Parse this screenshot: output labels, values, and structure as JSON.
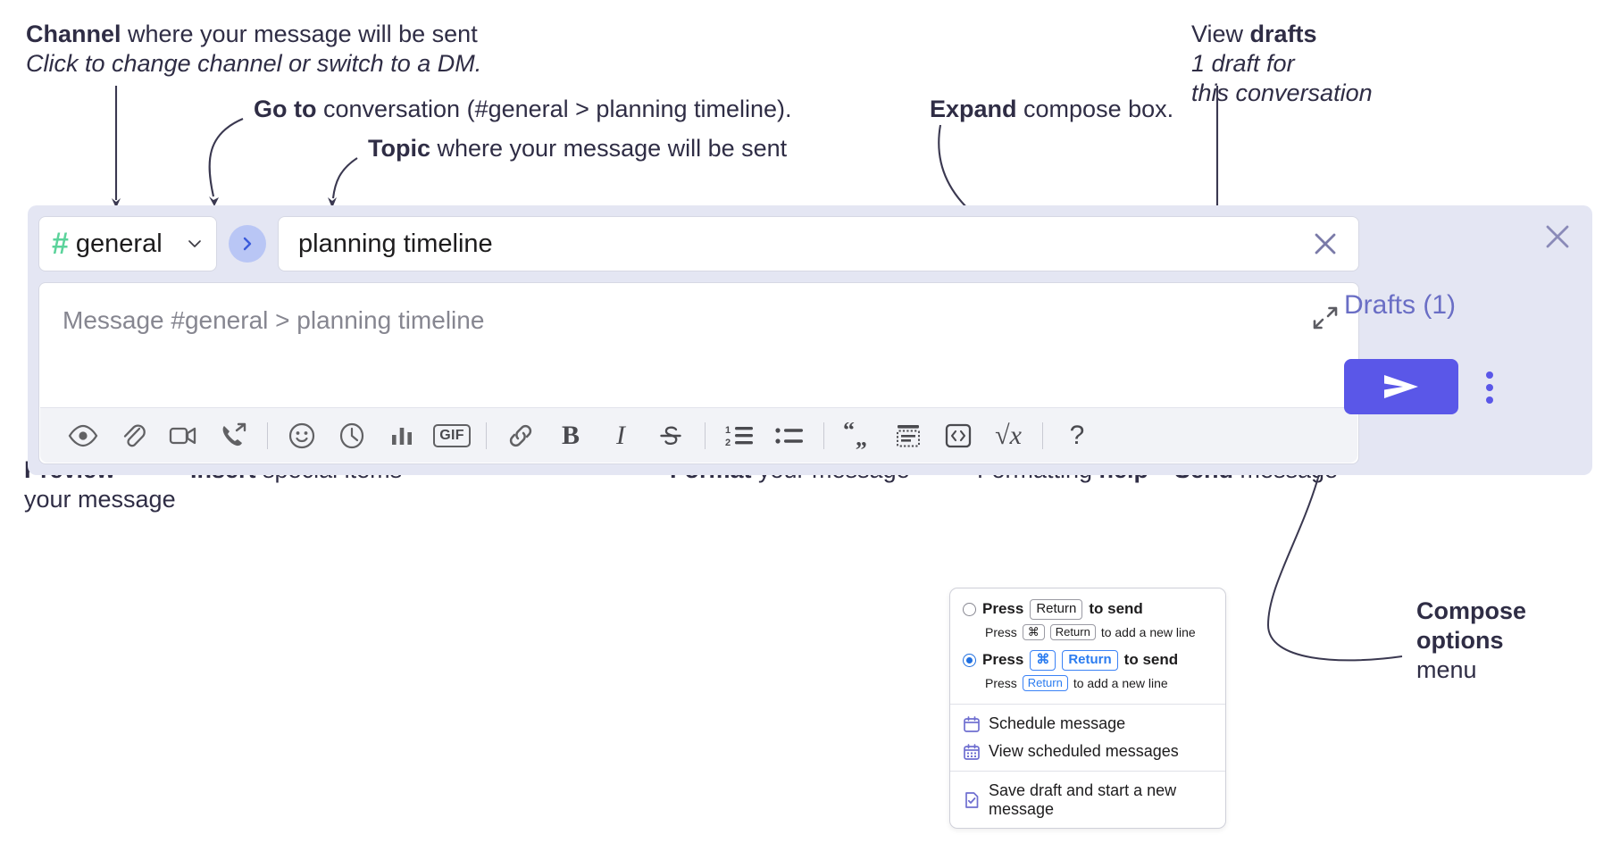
{
  "annotations": {
    "channel": {
      "bold": "Channel",
      "rest": " where your message will be sent",
      "italic": "Click to change channel or switch to a DM."
    },
    "goto": {
      "bold": "Go to",
      "rest": " conversation (#general > planning timeline)."
    },
    "topic": {
      "bold": "Topic",
      "rest": " where your message will be sent"
    },
    "expand": {
      "bold": "Expand",
      "rest": " compose box."
    },
    "drafts": {
      "pre": "View ",
      "bold": "drafts",
      "italic1": "1 draft for",
      "italic2": "this conversation"
    },
    "preview": {
      "bold": "Preview",
      "rest": "your message"
    },
    "insert": {
      "bold": "Insert",
      "rest": " special items"
    },
    "format": {
      "bold": "Format",
      "rest": " your message"
    },
    "formatting_help": {
      "pre": "Formatting ",
      "bold": "help"
    },
    "send": {
      "bold": "Send",
      "rest": " message"
    },
    "compose_options": {
      "bold1": "Compose",
      "bold2": "options",
      "rest": "menu"
    }
  },
  "compose": {
    "channel": {
      "hash": "#",
      "name": "general",
      "chevron_icon": "chevron-down-icon"
    },
    "goto_icon": "chevron-right-icon",
    "topic": {
      "value": "planning timeline",
      "clear_icon": "close-icon"
    },
    "message": {
      "placeholder": "Message #general > planning timeline",
      "expand_icon": "expand-icon"
    },
    "toolbar": [
      {
        "name": "preview-button",
        "icon": "eye-icon"
      },
      {
        "name": "attach-button",
        "icon": "paperclip-icon"
      },
      {
        "name": "video-button",
        "icon": "video-camera-icon"
      },
      {
        "name": "huddle-button",
        "icon": "phone-arrow-icon"
      },
      {
        "name": "separator-1",
        "icon": "divider"
      },
      {
        "name": "emoji-button",
        "icon": "smiley-icon"
      },
      {
        "name": "schedule-button",
        "icon": "clock-icon"
      },
      {
        "name": "poll-button",
        "icon": "bar-chart-icon"
      },
      {
        "name": "gif-button",
        "icon": "gif-icon",
        "label": "GIF"
      },
      {
        "name": "separator-2",
        "icon": "divider"
      },
      {
        "name": "link-button",
        "icon": "link-icon"
      },
      {
        "name": "bold-button",
        "icon": "bold-icon",
        "label": "B"
      },
      {
        "name": "italic-button",
        "icon": "italic-icon",
        "label": "I"
      },
      {
        "name": "strikethrough-button",
        "icon": "strikethrough-icon"
      },
      {
        "name": "separator-3",
        "icon": "divider"
      },
      {
        "name": "ordered-list-button",
        "icon": "numbered-list-icon"
      },
      {
        "name": "bulleted-list-button",
        "icon": "bullet-list-icon"
      },
      {
        "name": "separator-4",
        "icon": "divider"
      },
      {
        "name": "blockquote-button",
        "icon": "quote-icon"
      },
      {
        "name": "code-block-button",
        "icon": "code-block-icon"
      },
      {
        "name": "code-button",
        "icon": "code-icon"
      },
      {
        "name": "math-button",
        "icon": "math-icon",
        "label": "√x"
      },
      {
        "name": "separator-5",
        "icon": "divider"
      },
      {
        "name": "formatting-help-button",
        "icon": "question-icon",
        "label": "?"
      }
    ],
    "rail": {
      "close_icon": "close-icon",
      "drafts_label": "Drafts (1)",
      "send_icon": "send-paper-plane-icon",
      "kebab_icon": "more-options-icon"
    }
  },
  "popup": {
    "option1": {
      "main_pre": "Press",
      "main_key": "Return",
      "main_post": "to send",
      "sub_pre": "Press",
      "sub_key1": "⌘",
      "sub_key2": "Return",
      "sub_post": "to add a new line",
      "selected": false
    },
    "option2": {
      "main_pre": "Press",
      "main_key1": "⌘",
      "main_key2": "Return",
      "main_post": "to send",
      "sub_pre": "Press",
      "sub_key": "Return",
      "sub_post": "to add a new line",
      "selected": true
    },
    "items": [
      {
        "name": "schedule-message",
        "label": "Schedule message",
        "icon": "calendar-icon"
      },
      {
        "name": "view-scheduled-messages",
        "label": "View scheduled messages",
        "icon": "calendar-grid-icon"
      },
      {
        "name": "save-draft-new-message",
        "label": "Save draft and start a new message",
        "icon": "document-check-icon"
      }
    ]
  },
  "colors": {
    "accent": "#5a57e8",
    "hash_green": "#5bd39b",
    "panel_bg": "#e4e6f3",
    "drafts_text": "#6a6ec5",
    "radio_blue": "#1f6fe0"
  }
}
